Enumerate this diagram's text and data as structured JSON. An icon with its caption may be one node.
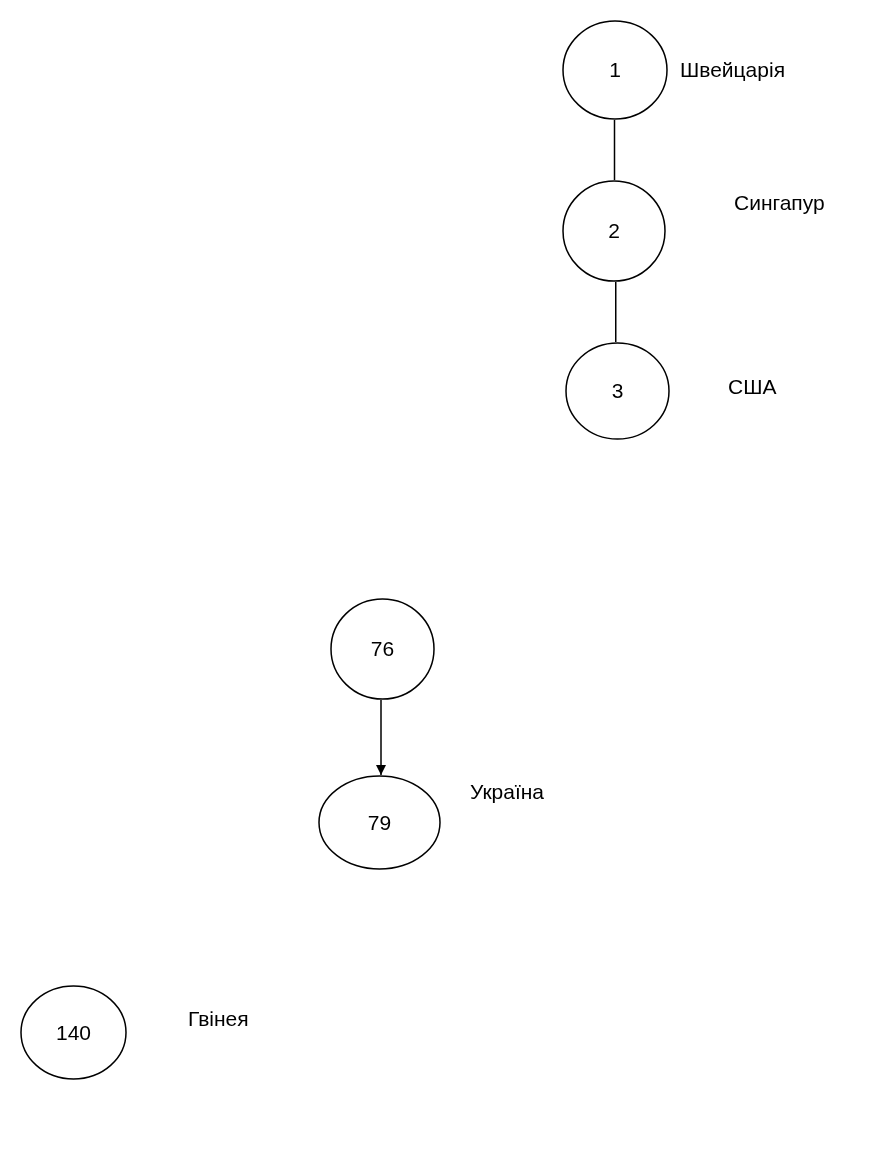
{
  "diagram": {
    "nodes": [
      {
        "text": [
          "1"
        ],
        "beside": [
          "Швейцарія"
        ]
      },
      {
        "text": [
          "2"
        ],
        "beside": [
          "Сингапур"
        ]
      },
      {
        "text": [
          "3"
        ],
        "beside": [
          "США"
        ]
      },
      {
        "text": [
          "76"
        ]
      },
      {
        "text": [
          "79"
        ],
        "beside": [
          "Україна"
        ]
      },
      {
        "text": [
          "140"
        ],
        "beside": [
          "Гвінея"
        ]
      }
    ],
    "edges": [
      {
        "from": 0,
        "to": 1,
        "arrow": "none"
      },
      {
        "from": 1,
        "to": 2,
        "arrow": "none"
      },
      {
        "from": 3,
        "to": 4,
        "arrow": "to"
      }
    ]
  }
}
